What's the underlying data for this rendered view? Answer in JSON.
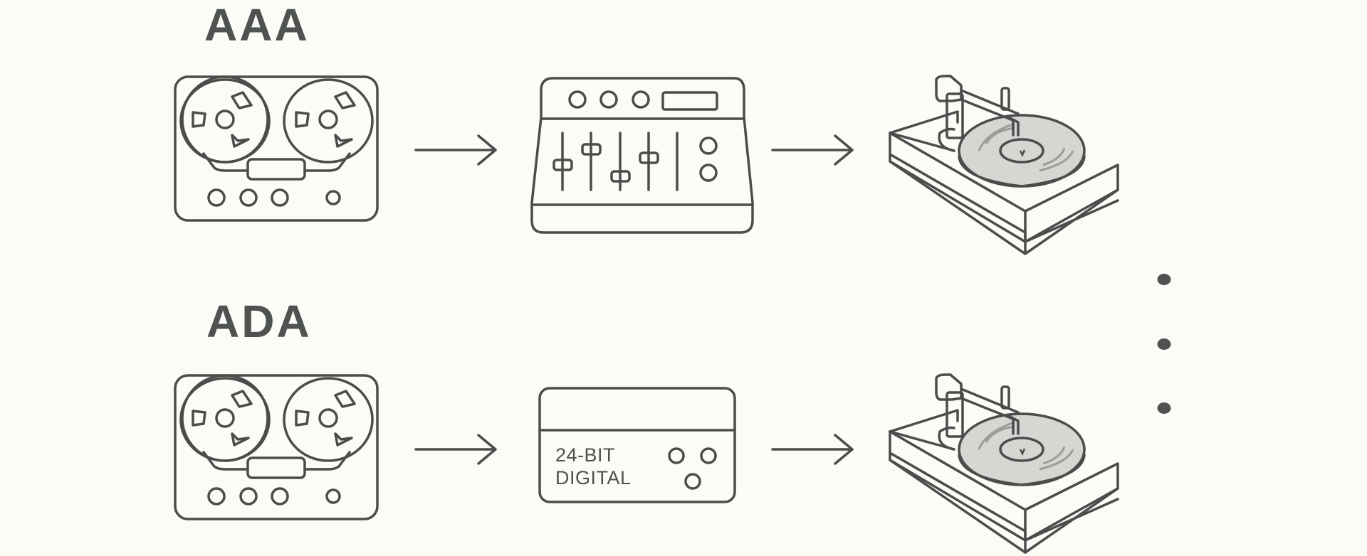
{
  "diagram": {
    "rows": [
      {
        "label": "AAA",
        "stages": [
          "analog-tape-recorder",
          "analog-mixing-console",
          "vinyl-turntable"
        ]
      },
      {
        "label": "ADA",
        "stages": [
          "analog-tape-recorder",
          "digital-processor",
          "vinyl-turntable"
        ],
        "digital_box": {
          "line1": "24-BIT",
          "line2": "DIGITAL"
        }
      }
    ],
    "continuation": "vertical-ellipsis"
  }
}
